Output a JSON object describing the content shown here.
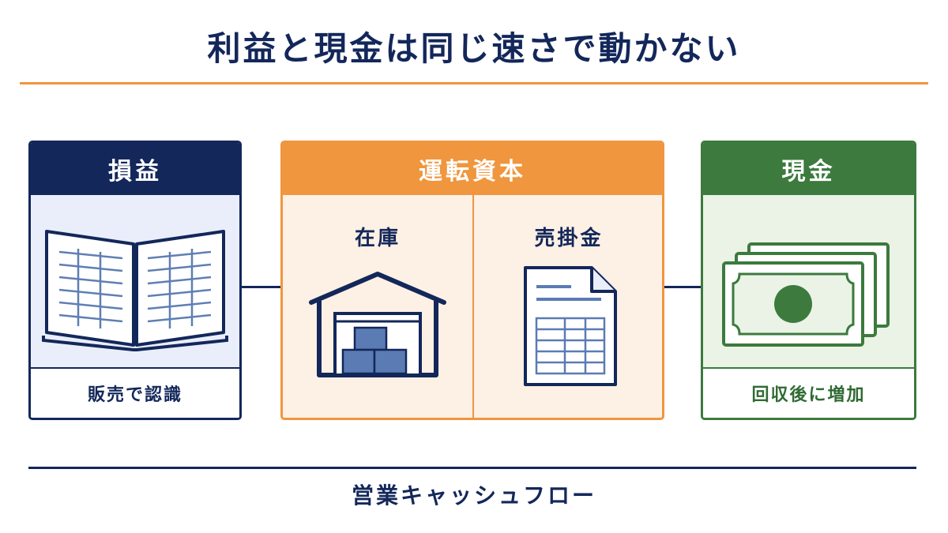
{
  "title": "利益と現金は同じ速さで動かない",
  "profit_loss": {
    "header": "損益",
    "icon": "open-ledger-icon",
    "footer": "販売で認識"
  },
  "working_capital": {
    "header": "運転資本",
    "inventory": {
      "label": "在庫",
      "icon": "warehouse-icon"
    },
    "receivables": {
      "label": "売掛金",
      "icon": "invoice-document-icon"
    }
  },
  "cash": {
    "header": "現金",
    "icon": "banknotes-icon",
    "footer": "回収後に増加"
  },
  "flow_label": "営業キャッシュフロー",
  "colors": {
    "navy": "#13275a",
    "orange": "#ef963e",
    "green": "#3c7a3e"
  }
}
